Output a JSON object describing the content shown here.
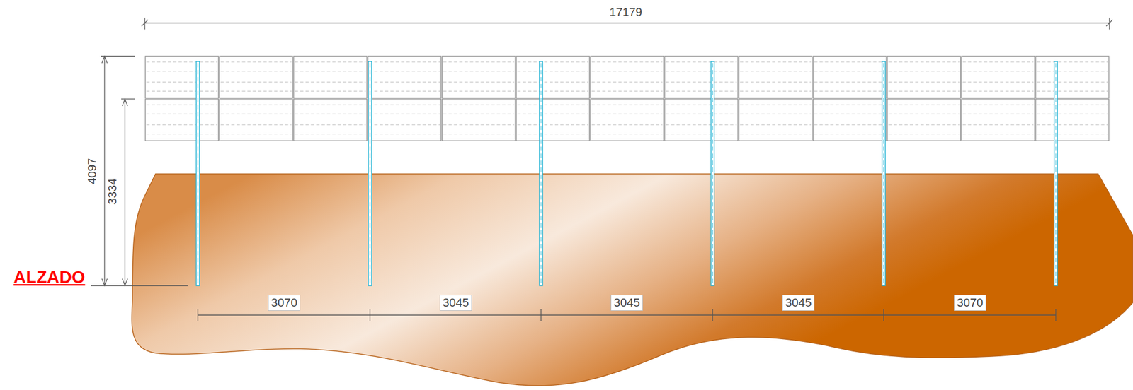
{
  "diagram": {
    "labels": [
      "17179",
      "4097",
      "3334",
      "ALZADO",
      "3070",
      "3045",
      "3045",
      "3045",
      "3070"
    ]
  }
}
